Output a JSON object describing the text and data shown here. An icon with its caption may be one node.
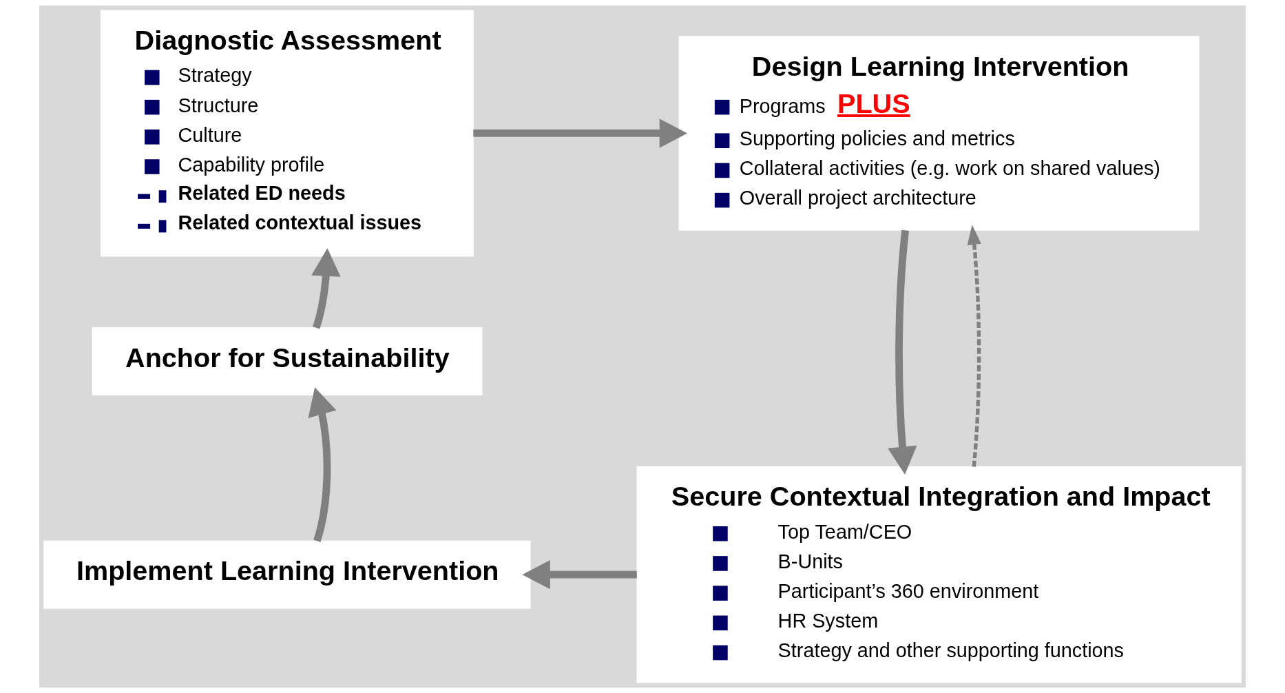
{
  "diagram": {
    "nodes": [
      {
        "text": [
          "Diagnostic Assessment",
          "Strategy",
          "Structure",
          "Culture",
          "Capability profile",
          "Related ED needs",
          "Related contextual issues"
        ]
      },
      {
        "text": [
          "Design Learning Intervention",
          "Programs",
          "PLUS",
          "Supporting policies and metrics",
          "Collateral activities (e.g. work on shared values)",
          "Overall project architecture"
        ]
      },
      {
        "text": [
          "Secure Contextual Integration and Impact",
          "Top Team/CEO",
          "B-Units",
          "Participant’s 360 environment",
          "HR System",
          "Strategy and other supporting functions"
        ]
      },
      {
        "text": [
          "Implement Learning Intervention"
        ]
      },
      {
        "text": [
          "Anchor for Sustainability"
        ]
      }
    ],
    "edges": [
      {
        "from": 0,
        "to": 1,
        "arrow": "to"
      },
      {
        "from": 1,
        "to": 2,
        "arrow": "to"
      },
      {
        "from": 2,
        "to": 1,
        "arrow": "to",
        "style": "dashed"
      },
      {
        "from": 2,
        "to": 3,
        "arrow": "to"
      },
      {
        "from": 3,
        "to": 4,
        "arrow": "to"
      },
      {
        "from": 4,
        "to": 0,
        "arrow": "to"
      }
    ]
  }
}
